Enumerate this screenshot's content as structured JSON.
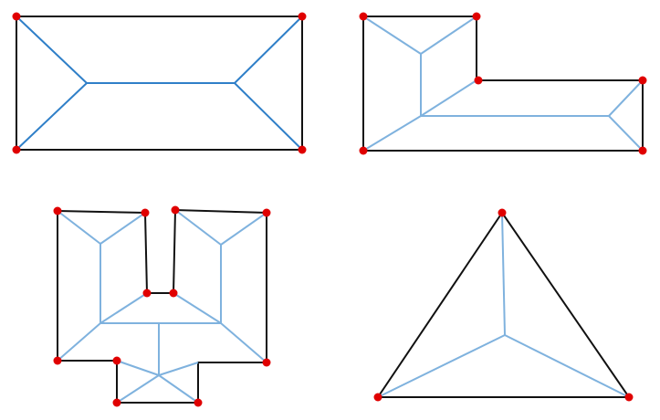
{
  "colors": {
    "background": "#ffffff",
    "outline": "#111111",
    "skeleton_dark": "#2f7fc8",
    "skeleton_light": "#7fb2de",
    "vertex": "#e00000"
  },
  "panels": [
    {
      "name": "rectangle-straight-skeleton",
      "skeleton_style": "dark"
    },
    {
      "name": "l-shape-straight-skeleton",
      "skeleton_style": "light"
    },
    {
      "name": "complex-polygon-straight-skeleton",
      "skeleton_style": "light"
    },
    {
      "name": "triangle-straight-skeleton",
      "skeleton_style": "light"
    }
  ]
}
